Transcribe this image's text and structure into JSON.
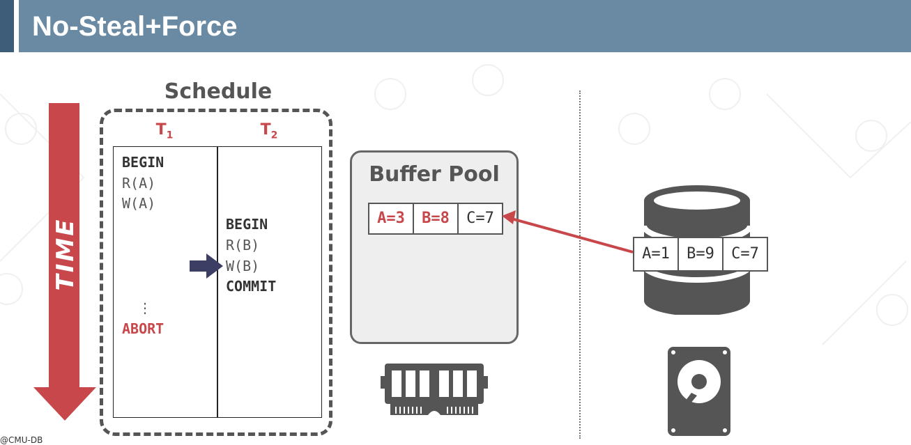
{
  "slide": {
    "title": "No-Steal+Force",
    "footer_fragment": "@CMU-DB"
  },
  "time_axis": {
    "label": "TIME",
    "color": "#c8474a"
  },
  "schedule": {
    "title": "Schedule",
    "transactions": [
      {
        "name": "T",
        "subscript": "1"
      },
      {
        "name": "T",
        "subscript": "2"
      }
    ],
    "t1_ops": [
      "BEGIN",
      "R(A)",
      "W(A)",
      "⋮",
      "ABORT"
    ],
    "t2_ops": [
      "BEGIN",
      "R(B)",
      "W(B)",
      "COMMIT"
    ],
    "current_operation": "W(B)"
  },
  "buffer_pool": {
    "title": "Buffer Pool",
    "pages": [
      {
        "label": "A=3",
        "modified": true
      },
      {
        "label": "B=8",
        "modified": true
      },
      {
        "label": "C=7",
        "modified": false
      }
    ]
  },
  "disk": {
    "pages": [
      "A=1",
      "B=9",
      "C=7"
    ]
  },
  "colors": {
    "accent_red": "#c8474a",
    "header_bar": "#6a8aa3",
    "header_accent": "#3e5d78",
    "arrow_navy": "#3c3f63",
    "icon_gray": "#555555"
  },
  "icons": [
    "ram-icon",
    "database-icon",
    "hard-drive-icon",
    "right-arrow-icon",
    "down-arrow-icon"
  ]
}
